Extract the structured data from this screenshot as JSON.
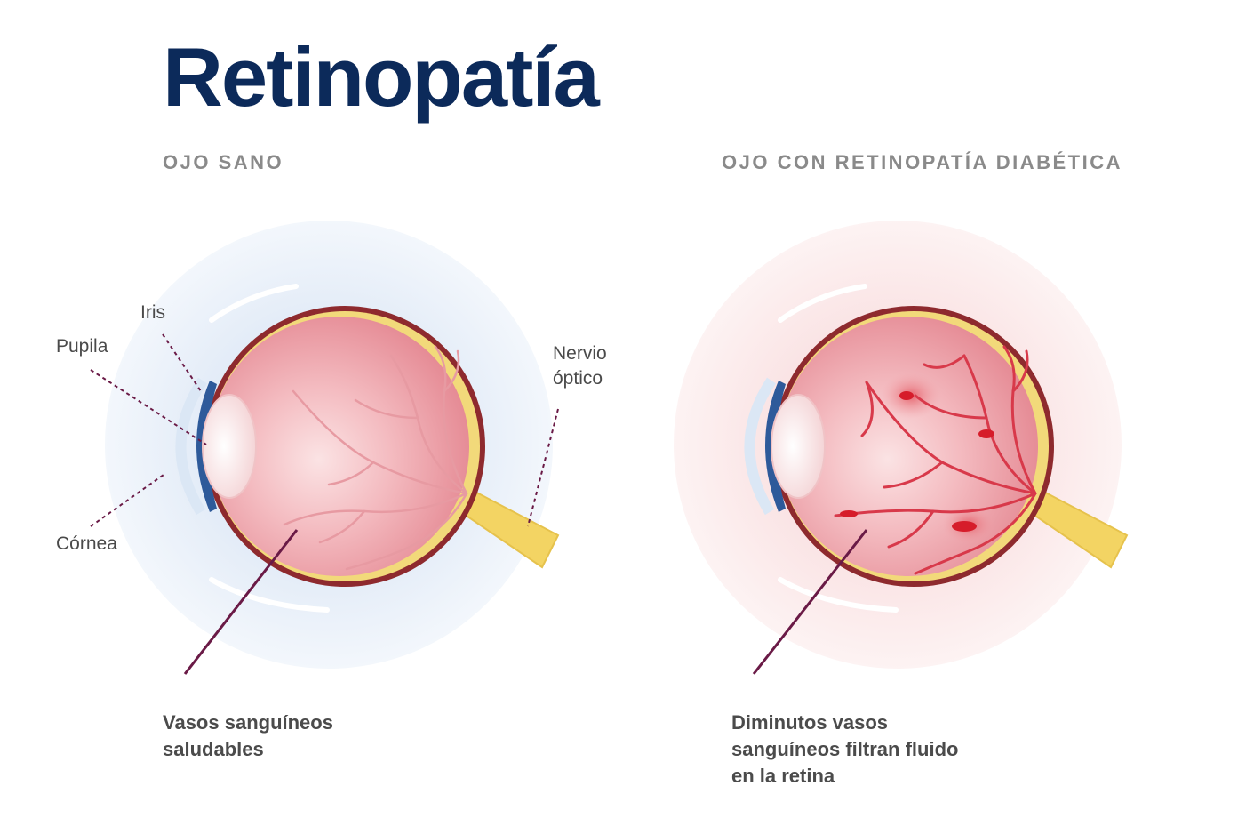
{
  "title": "Retinopatía",
  "left": {
    "heading": "OJO SANO",
    "labels": {
      "iris": "Iris",
      "pupila": "Pupila",
      "cornea": "Córnea",
      "nervio_line1": "Nervio",
      "nervio_line2": "óptico"
    },
    "caption_line1": "Vasos sanguíneos",
    "caption_line2": "saludables"
  },
  "right": {
    "heading": "OJO CON RETINOPATÍA DIABÉTICA",
    "caption_line1": "Diminutos vasos",
    "caption_line2": "sanguíneos filtran fluido",
    "caption_line3": "en la retina"
  },
  "colors": {
    "title": "#0c2a5a",
    "heading": "#8a8a8a",
    "sclera": "#8e2a2e",
    "retina_inner": "#f6c9cc",
    "retina_outer": "#e88f98",
    "choroid_yellow": "#f2d97a",
    "iris_blue": "#2e5a9a",
    "optic_nerve": "#f3d463",
    "leader": "#6a1a46",
    "halo_healthy": "#eaf1f9",
    "halo_diabetic": "#fbe9ea",
    "hemorrhage": "#d61c2a"
  }
}
